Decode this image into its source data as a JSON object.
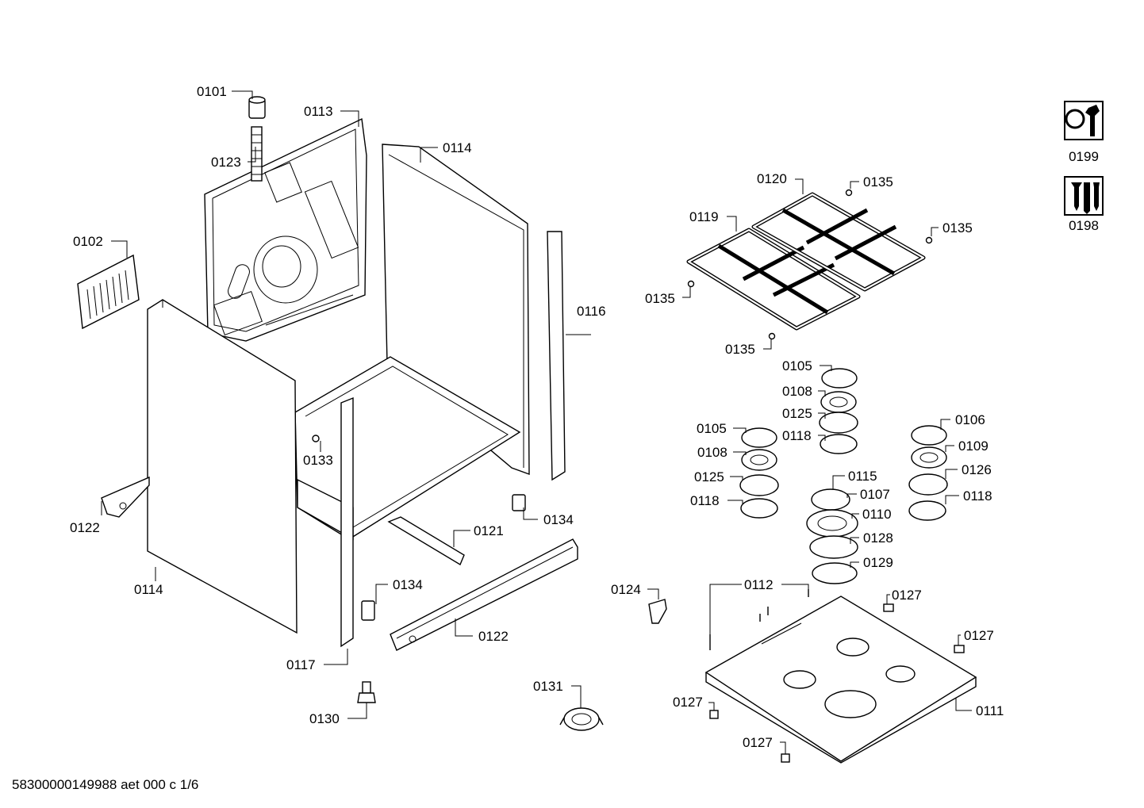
{
  "footer": {
    "code": "58300000149988 aet 000 c 1/6"
  },
  "icons": [
    {
      "name": "tools-icon",
      "label": "0199"
    },
    {
      "name": "screws-icon",
      "label": "0198"
    }
  ],
  "callouts": [
    {
      "id": "c0101",
      "label": "0101"
    },
    {
      "id": "c0113",
      "label": "0113"
    },
    {
      "id": "c0123",
      "label": "0123"
    },
    {
      "id": "c0114a",
      "label": "0114"
    },
    {
      "id": "c0102",
      "label": "0102"
    },
    {
      "id": "c0116",
      "label": "0116"
    },
    {
      "id": "c0133",
      "label": "0133"
    },
    {
      "id": "c0122a",
      "label": "0122"
    },
    {
      "id": "c0114b",
      "label": "0114"
    },
    {
      "id": "c0121",
      "label": "0121"
    },
    {
      "id": "c0134a",
      "label": "0134"
    },
    {
      "id": "c0134b",
      "label": "0134"
    },
    {
      "id": "c0122b",
      "label": "0122"
    },
    {
      "id": "c0117",
      "label": "0117"
    },
    {
      "id": "c0130",
      "label": "0130"
    },
    {
      "id": "c0131",
      "label": "0131"
    },
    {
      "id": "c0120",
      "label": "0120"
    },
    {
      "id": "c0135a",
      "label": "0135"
    },
    {
      "id": "c0119",
      "label": "0119"
    },
    {
      "id": "c0135b",
      "label": "0135"
    },
    {
      "id": "c0135c",
      "label": "0135"
    },
    {
      "id": "c0135d",
      "label": "0135"
    },
    {
      "id": "c0105a",
      "label": "0105"
    },
    {
      "id": "c0108a",
      "label": "0108"
    },
    {
      "id": "c0125a",
      "label": "0125"
    },
    {
      "id": "c0118a",
      "label": "0118"
    },
    {
      "id": "c0106",
      "label": "0106"
    },
    {
      "id": "c0109",
      "label": "0109"
    },
    {
      "id": "c0126",
      "label": "0126"
    },
    {
      "id": "c0118b",
      "label": "0118"
    },
    {
      "id": "c0105b",
      "label": "0105"
    },
    {
      "id": "c0108b",
      "label": "0108"
    },
    {
      "id": "c0125b",
      "label": "0125"
    },
    {
      "id": "c0118c",
      "label": "0118"
    },
    {
      "id": "c0115",
      "label": "0115"
    },
    {
      "id": "c0107",
      "label": "0107"
    },
    {
      "id": "c0110",
      "label": "0110"
    },
    {
      "id": "c0128",
      "label": "0128"
    },
    {
      "id": "c0129",
      "label": "0129"
    },
    {
      "id": "c0124",
      "label": "0124"
    },
    {
      "id": "c0112",
      "label": "0112"
    },
    {
      "id": "c0127a",
      "label": "0127"
    },
    {
      "id": "c0127b",
      "label": "0127"
    },
    {
      "id": "c0127c",
      "label": "0127"
    },
    {
      "id": "c0127d",
      "label": "0127"
    },
    {
      "id": "c0111",
      "label": "0111"
    }
  ]
}
